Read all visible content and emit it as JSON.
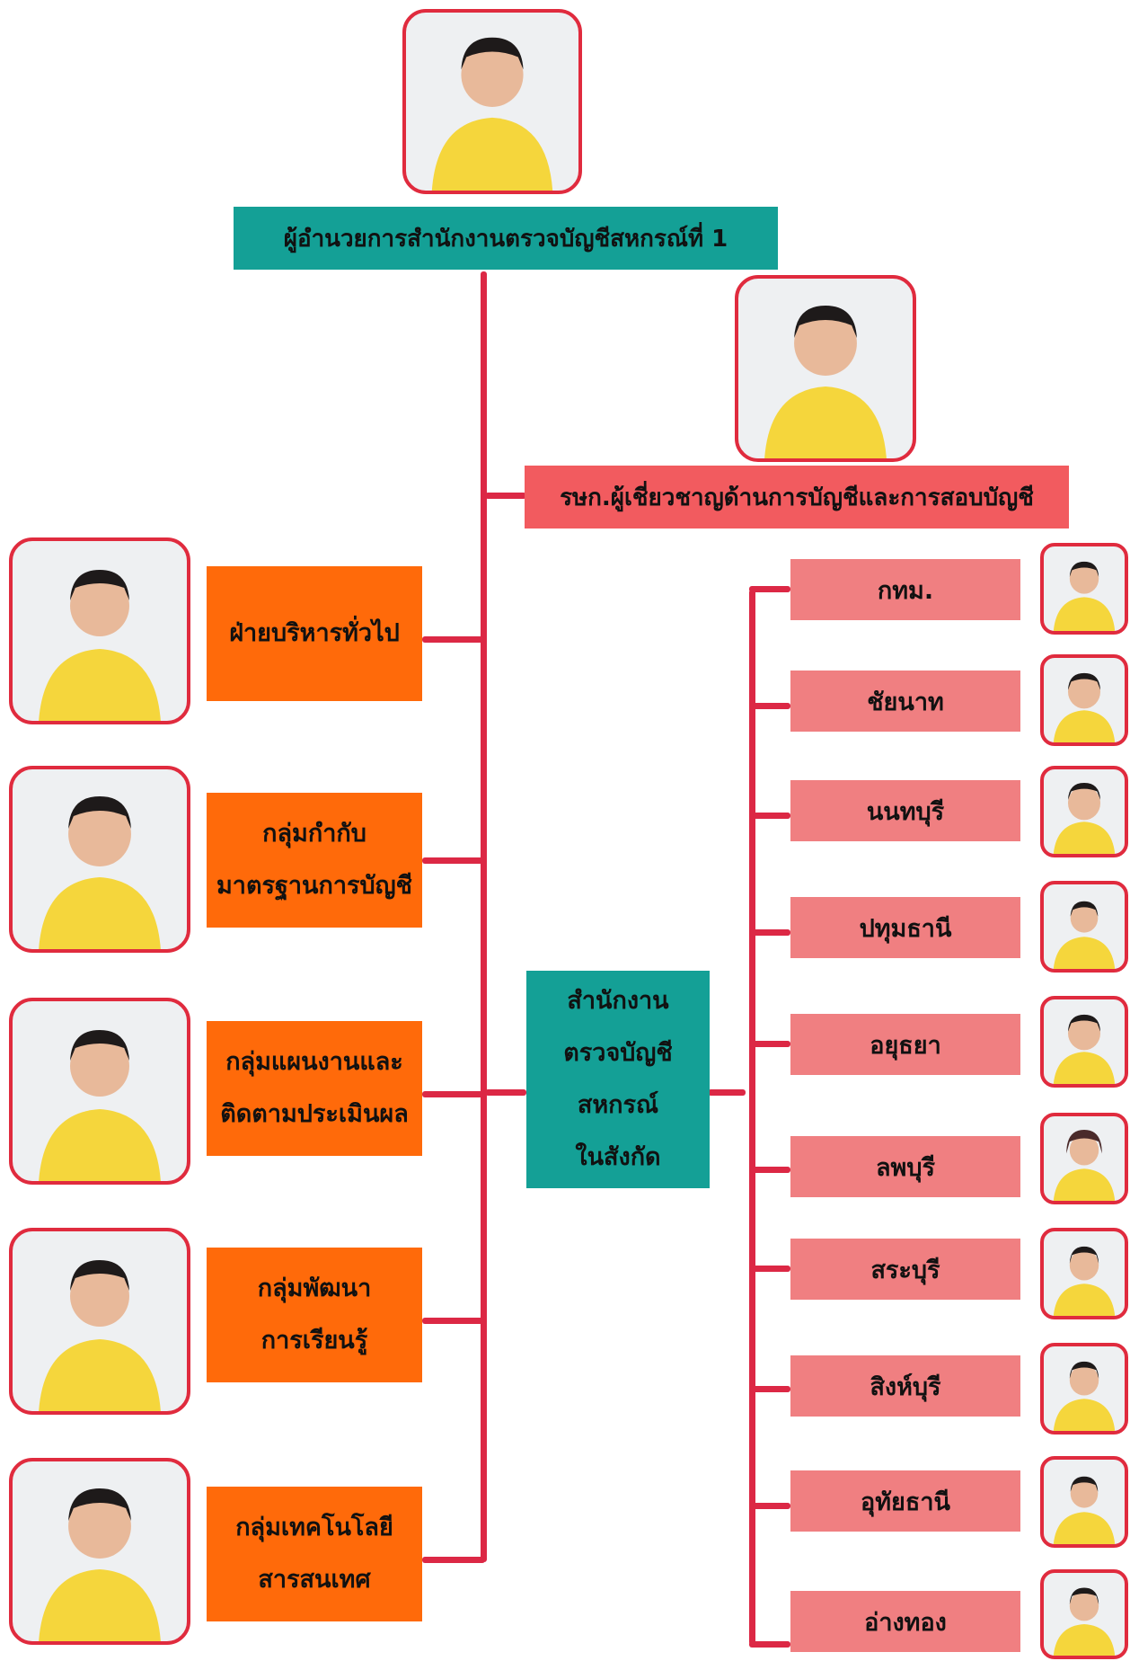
{
  "colors": {
    "line": "#dc2845",
    "director_box": "#14a096",
    "expert_box": "#f25b5f",
    "department_box": "#ff6a0a",
    "province_box": "#f07f81",
    "center_box": "#14a096",
    "photo_border": "#e02b3e"
  },
  "director": {
    "title": "ผู้อำนวยการสำนักงานตรวจบัญชีสหกรณ์ที่ 1"
  },
  "expert": {
    "title": "รษก.ผู้เชี่ยวชาญด้านการบัญชีและการสอบบัญชี"
  },
  "departments": [
    {
      "lines": [
        "ฝ่ายบริหารทั่วไป"
      ]
    },
    {
      "lines": [
        "กลุ่มกำกับ",
        "มาตรฐานการบัญชี"
      ]
    },
    {
      "lines": [
        "กลุ่มแผนงานและ",
        "ติดตามประเมินผล"
      ]
    },
    {
      "lines": [
        "กลุ่มพัฒนา",
        "การเรียนรู้"
      ]
    },
    {
      "lines": [
        "กลุ่มเทคโนโลยี",
        "สารสนเทศ"
      ]
    }
  ],
  "center": {
    "lines": [
      "สำนักงาน",
      "ตรวจบัญชี",
      "สหกรณ์",
      "ในสังกัด"
    ]
  },
  "provinces": [
    "กทม.",
    "ชัยนาท",
    "นนทบุรี",
    "ปทุมธานี",
    "อยุธยา",
    "ลพบุรี",
    "สระบุรี",
    "สิงห์บุรี",
    "อุทัยธานี",
    "อ่างทอง"
  ]
}
